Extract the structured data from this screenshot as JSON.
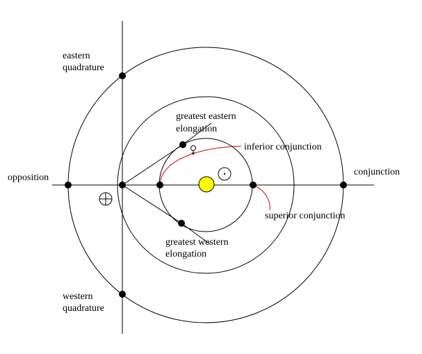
{
  "labels": {
    "eastern_quadrature": [
      "eastern",
      "quadrature"
    ],
    "western_quadrature": [
      "western",
      "quadrature"
    ],
    "opposition": "opposition",
    "conjunction": "conjunction",
    "greatest_eastern_elongation": [
      "greatest eastern",
      "elongation"
    ],
    "greatest_western_elongation": [
      "greatest western",
      "elongation"
    ],
    "inferior_conjunction": "inferior conjunction",
    "superior_conjunction": "superior conjunction"
  },
  "symbols": {
    "earth": "earth-symbol",
    "sun_symbol": "sun-symbol",
    "venus": "venus-symbol",
    "sun": "sun"
  },
  "colors": {
    "sun_fill": "#ffff00",
    "pointer_line": "#cc0000",
    "line": "#000000"
  }
}
